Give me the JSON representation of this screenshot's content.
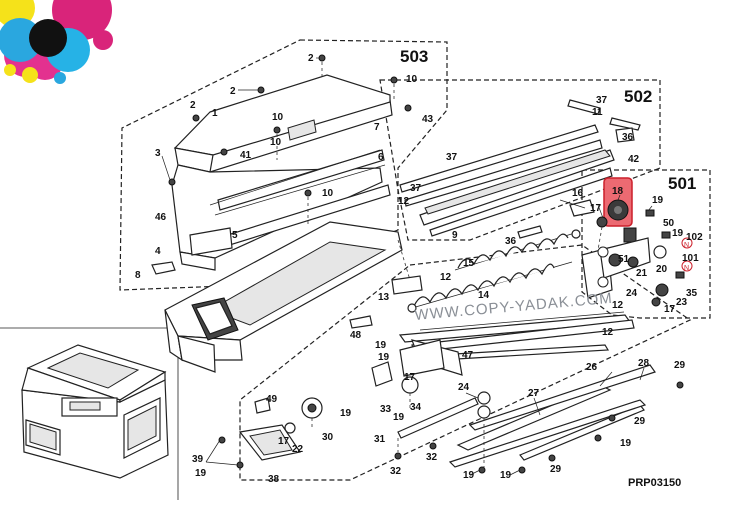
{
  "diagram": {
    "sections": [
      "503",
      "502",
      "501"
    ],
    "drawing_code": "PRP03150",
    "watermark": "WWW.COPY-YADAK.COM",
    "highlight_color": "#e8434f",
    "callout_color": "#cc1f2a",
    "labels_503": [
      "2",
      "10",
      "2",
      "1",
      "10",
      "41",
      "3",
      "6",
      "7",
      "10",
      "46",
      "5",
      "4",
      "8",
      "43"
    ],
    "labels_502": [
      "37",
      "11",
      "36",
      "42",
      "37",
      "12",
      "9",
      "16",
      "36",
      "15",
      "12",
      "14",
      "13",
      "12"
    ],
    "labels_501": [
      "18",
      "19",
      "17",
      "50",
      "19",
      "102",
      "101",
      "51",
      "21",
      "20",
      "35",
      "23",
      "17",
      "24"
    ],
    "labels_bottom": [
      "48",
      "19",
      "19",
      "47",
      "24",
      "49",
      "33",
      "19",
      "34",
      "30",
      "17",
      "22",
      "31",
      "19",
      "32",
      "32",
      "39",
      "38",
      "26",
      "28",
      "29",
      "27",
      "29",
      "19",
      "29",
      "19",
      "19"
    ],
    "callout_letter": "N"
  }
}
